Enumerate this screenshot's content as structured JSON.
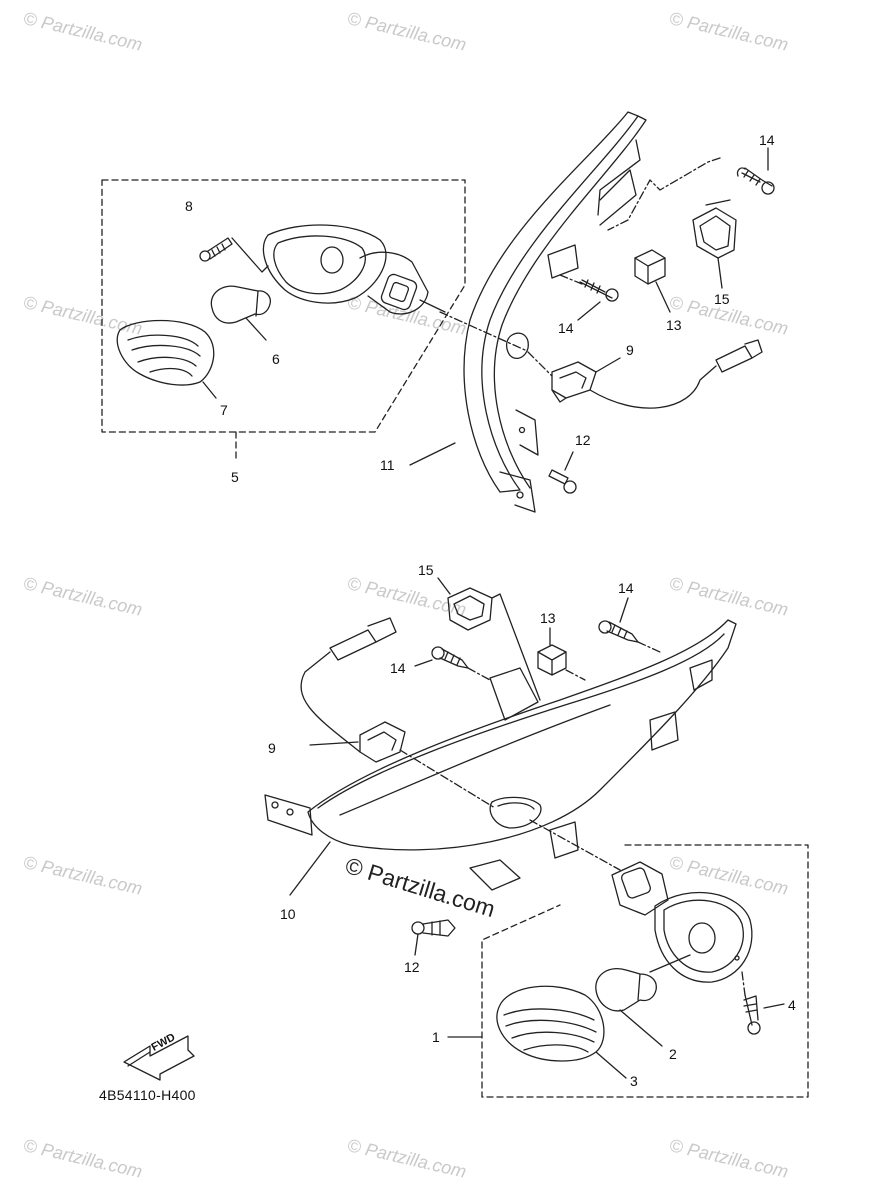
{
  "watermark": {
    "small_text": "© Partzilla.com",
    "center_text": "© Partzilla.com"
  },
  "diagram": {
    "part_number": "4B54110-H400",
    "fwd_label": "FWD",
    "callouts": [
      "1",
      "2",
      "3",
      "4",
      "5",
      "6",
      "7",
      "8",
      "9",
      "10",
      "11",
      "12",
      "13",
      "14",
      "15"
    ]
  },
  "colors": {
    "line": "#222222",
    "watermark": "#c9c9c9",
    "background": "#ffffff"
  }
}
